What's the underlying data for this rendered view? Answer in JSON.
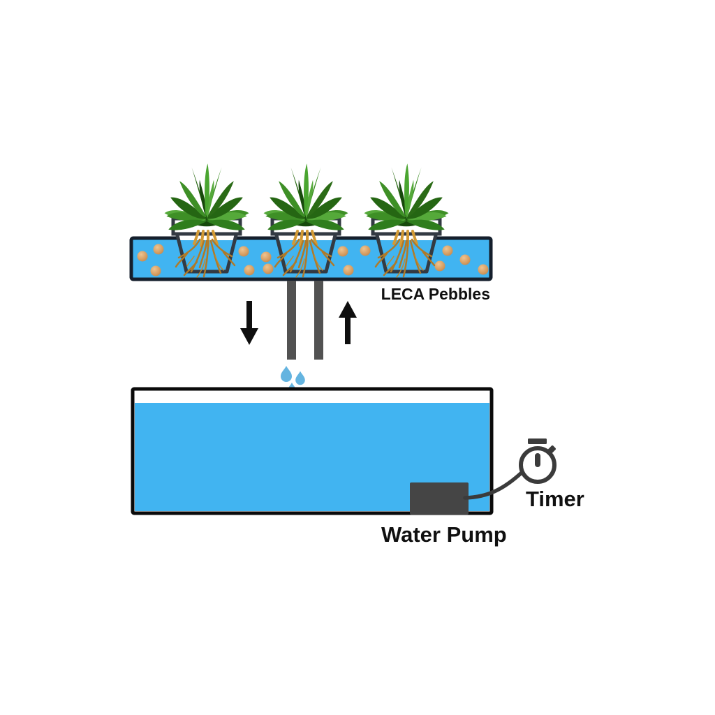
{
  "diagram": {
    "type": "hydroponic-ebb-and-flow-schematic",
    "labels": {
      "leca_pebbles": "LECA Pebbles",
      "water_pump": "Water Pump",
      "timer": "Timer"
    },
    "colors": {
      "water": "#41b4f1",
      "droplet": "#64b4e0",
      "pipe": "#525252",
      "pump": "#454545",
      "timer": "#3b3b3b",
      "cord": "#3b3b3b",
      "arrow": "#0f0f0f",
      "tray_outline": "#151f2c",
      "tank_outline": "#0a0a0a",
      "pot_outline": "#333a43",
      "pot_fill": "#ffffff",
      "pebble": "#d9a267",
      "root": "#b07a28",
      "leaf": "#3e8f26",
      "background": "#ffffff",
      "text": "#101010"
    },
    "plant_count": 3,
    "pebble_count": 14,
    "droplet_count": 3,
    "pipe_count": 2
  }
}
